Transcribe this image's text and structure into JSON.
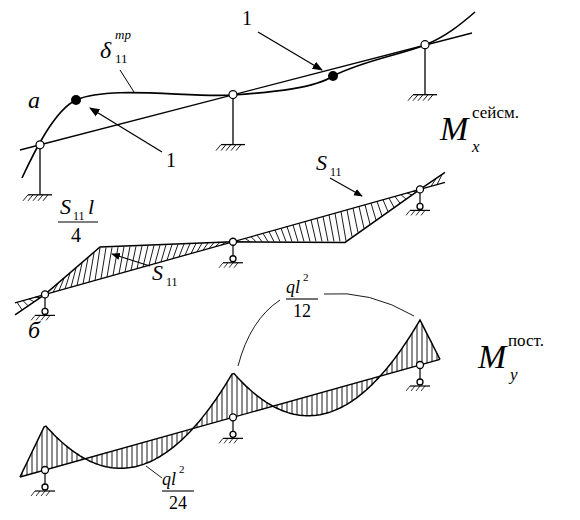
{
  "diagram": {
    "labels": [
      "а",
      "б",
      "δ",
      "тр",
      "11",
      "1",
      "1",
      "S",
      "11",
      "l",
      "4",
      "S",
      "11",
      "S",
      "11",
      "M",
      "x",
      "сейсм.",
      "ql",
      "2",
      "12",
      "M",
      "y",
      "пост.",
      "ql",
      "2",
      "24"
    ]
  }
}
